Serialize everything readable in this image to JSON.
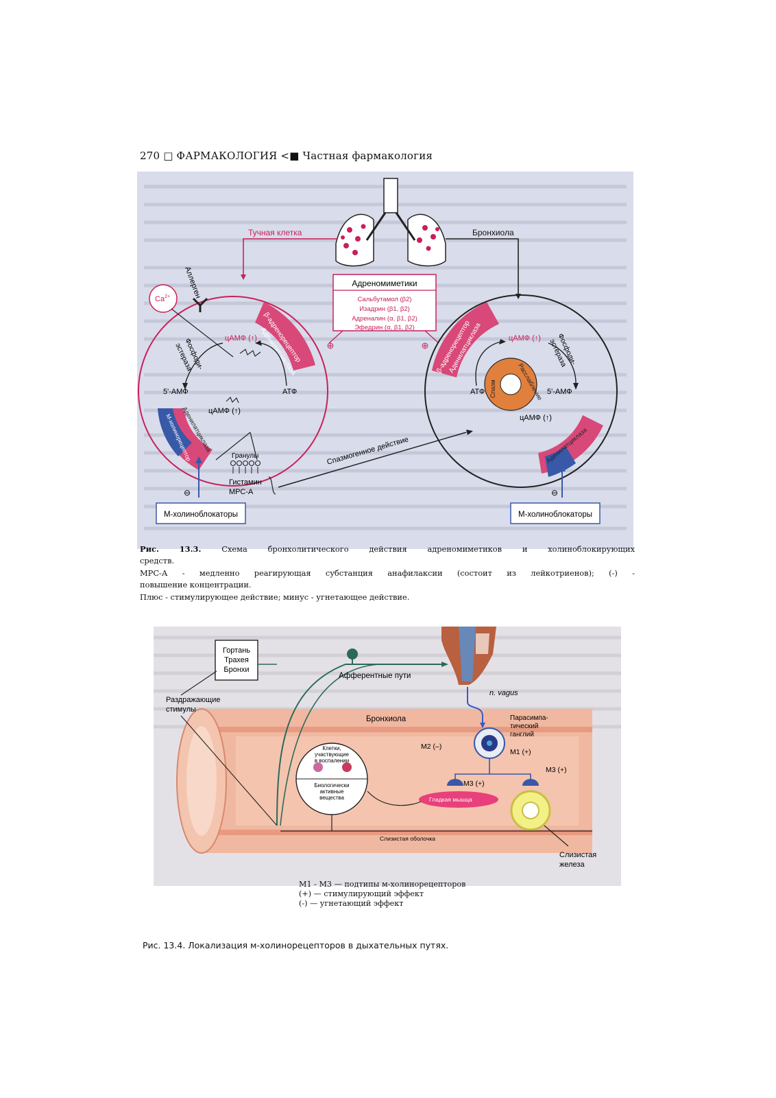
{
  "page_header": "270 □ ФАРМАКОЛОГИЯ <■ Частная фармакология",
  "fig1": {
    "mast_cell": "Тучная клетка",
    "bronchiole": "Бронхиола",
    "allergen": "Аллерген",
    "ca": "Ca",
    "ca_sup": "2+",
    "adrenomimetics_title": "Адреномиметики",
    "drugs": [
      "Сальбутамол (β2)",
      "Изадрин (β1, β2)",
      "Адреналин (α, β1, β2)",
      "Эфедрин (α, β1, β2)"
    ],
    "beta_receptor": "β-адренорецептор",
    "adenylate_cyclase": "Аденилатциклаза",
    "camp_up": "цАМФ (↑)",
    "phosphodiesterase_a": "Фосфоди-",
    "phosphodiesterase_b": "эстераза",
    "amp": "5'-АМФ",
    "atf": "АТФ",
    "m_receptor": "М-холинорецептор",
    "granules": "Гранулы",
    "histamine": "Гистамин",
    "mrs_a": "МРС-А",
    "spasmogenic": "Спазмогенное действие",
    "spasm": "Спазм",
    "relaxation": "Расслабление",
    "plus": "⊕",
    "minus": "⊖",
    "m_blockers": "М-холиноблокаторы"
  },
  "caption1": {
    "line1_words": [
      "Рис.",
      "13.3.",
      "Схема",
      "бронхолитического",
      "действия",
      "адреномиметиков",
      "и",
      "холиноблокирующих"
    ],
    "line2": "средств.",
    "line3_words": [
      "МРС-А",
      "-",
      "медленно",
      "реагирующая",
      "субстанция",
      "анафилаксии",
      "(состоит",
      "из",
      "лейкотриенов);",
      "(-)",
      "-"
    ],
    "line4": "повышение концентрации.",
    "line5": "Плюс - стимулирующее действие; минус - угнетающее действие."
  },
  "fig2": {
    "airways_box": [
      "Гортань",
      "Трахея",
      "Бронхи"
    ],
    "afferent": "Афферентные пути",
    "n_vagus": "n. vagus",
    "irritants": [
      "Раздражающие",
      "стимулы"
    ],
    "bronchiole": "Бронхиола",
    "ganglion": [
      "Парасимпа-",
      "тический",
      "ганглий"
    ],
    "m1": "M1 (+)",
    "m2": "M2 (–)",
    "m3": "M3 (+)",
    "cells": [
      "Клетки,",
      "участвующие",
      "в воспалении"
    ],
    "bio": [
      "Биологически",
      "активные",
      "вещества"
    ],
    "smooth_muscle": "Гладкая мышца",
    "mucosa": "Слизистая оболочка",
    "gland": [
      "Слизистая",
      "железа"
    ]
  },
  "legend": [
    "M1 - M3 — подтипы м-холинорецепторов",
    "(+) — стимулирующий эффект",
    "(-) — угнетающий эффект"
  ],
  "caption2": "Рис. 13.4. Локализация м-холинорецепторов в дыхательных путях."
}
